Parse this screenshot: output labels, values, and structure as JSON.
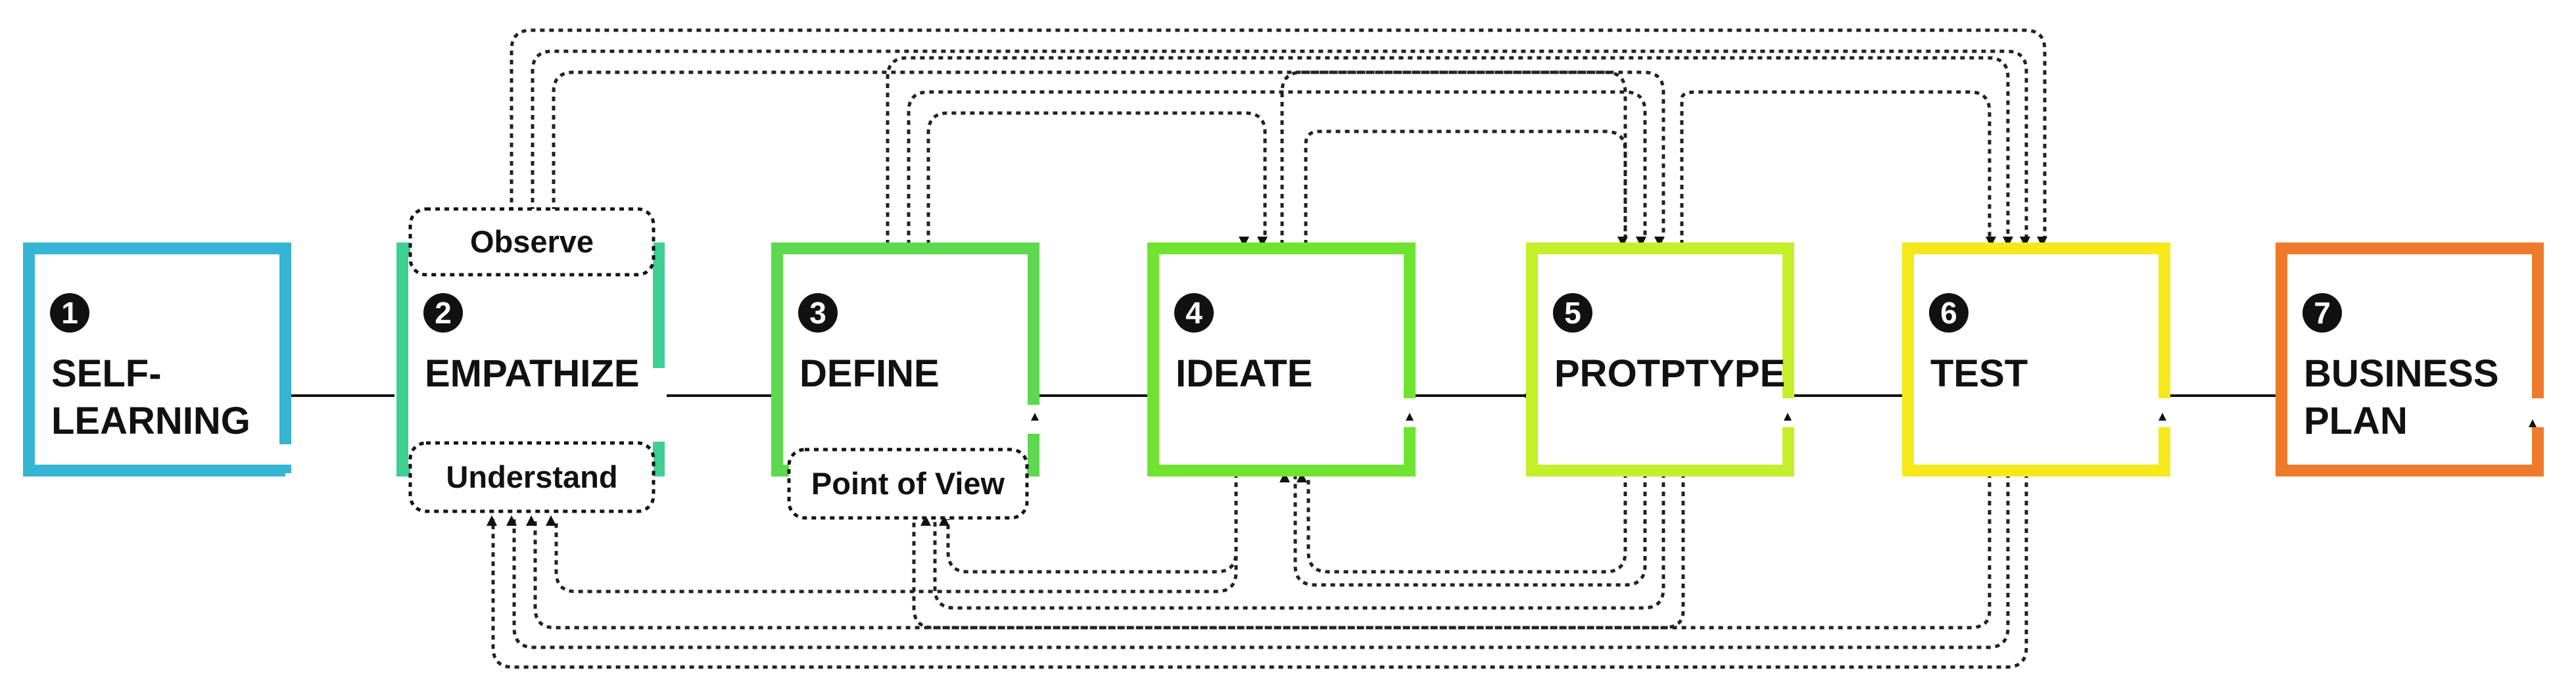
{
  "stages": [
    {
      "id": "self-learning",
      "number": "1",
      "lines": [
        "SELF-",
        "LEARNING"
      ],
      "color": "#36b4d3"
    },
    {
      "id": "empathize",
      "number": "2",
      "lines": [
        "EMPATHIZE"
      ],
      "color": "#3fcf93"
    },
    {
      "id": "define",
      "number": "3",
      "lines": [
        "DEFINE"
      ],
      "color": "#5ed84f"
    },
    {
      "id": "ideate",
      "number": "4",
      "lines": [
        "IDEATE"
      ],
      "color": "#6fe32f"
    },
    {
      "id": "prototype",
      "number": "5",
      "lines": [
        "PROTPTYPE"
      ],
      "color": "#c4ef2a"
    },
    {
      "id": "test",
      "number": "6",
      "lines": [
        "TEST"
      ],
      "color": "#f7e81b"
    },
    {
      "id": "business-plan",
      "number": "7",
      "lines": [
        "BUSINESS",
        "PLAN"
      ],
      "color": "#f07a2c"
    }
  ],
  "sub_labels": {
    "observe": "Observe",
    "understand": "Understand",
    "point_of_view": "Point of View"
  }
}
